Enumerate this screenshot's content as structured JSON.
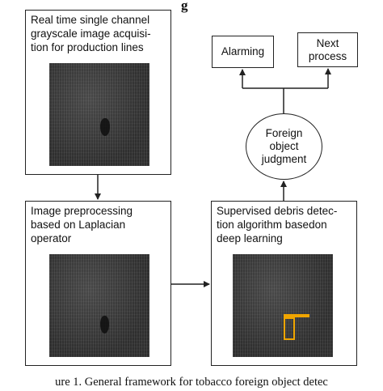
{
  "header": {
    "title_fragment": "g"
  },
  "boxes": {
    "acquisition": "Real time single channel\ngrayscale image acquisi-\ntion for production lines",
    "preprocessing": "Image preprocessing\nbased on Laplacian\noperator",
    "detection": "Supervised debris detec-\ntion algorithm basedon\ndeep learning"
  },
  "outputs": {
    "alarming": "Alarming",
    "next_process": "Next\nprocess"
  },
  "decision": {
    "label": "Foreign\nobject\njudgment"
  },
  "caption": "ure 1. General framework for tobacco foreign object detec",
  "colors": {
    "detection_box": "#f0a500",
    "image_background": "#2f2f2f"
  }
}
